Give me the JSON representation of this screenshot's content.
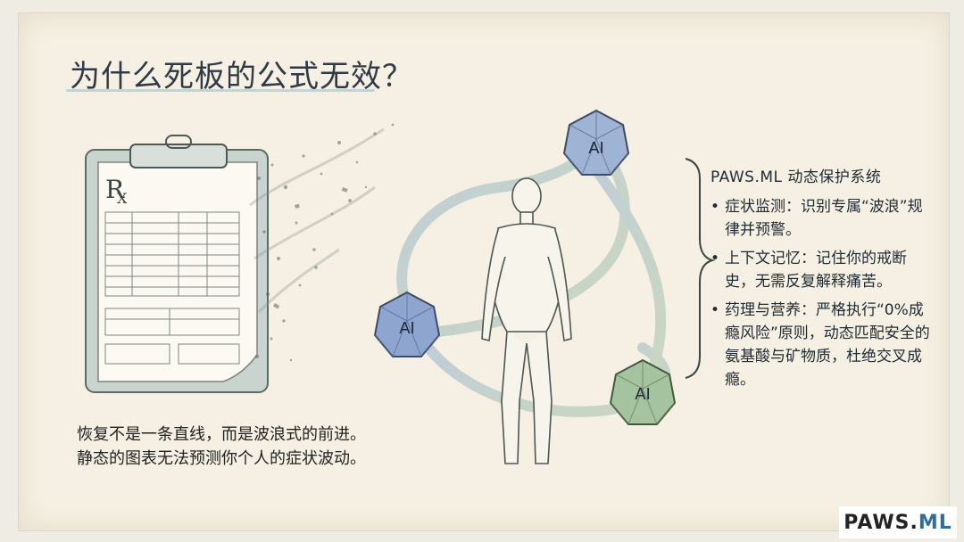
{
  "slide": {
    "title": "为什么死板的公式无效？",
    "caption_lines": [
      "恢复不是一条直线，而是波浪式的前进。",
      "静态的图表无法预测你个人的症状波动。"
    ]
  },
  "illustration": {
    "rx_symbol": "R",
    "rx_sub": "X",
    "ai_badges": [
      "AI",
      "AI",
      "AI"
    ]
  },
  "panel": {
    "heading": "PAWS.ML 动态保护系统",
    "items": [
      "症状监测：识别专属“波浪”规律并预警。",
      "上下文记忆：记住你的戒断史，无需反复解释痛苦。",
      "药理与营养：严格执行“0%成瘾风险”原则，动态匹配安全的氨基酸与矿物质，杜绝交叉成瘾。"
    ]
  },
  "brand": {
    "part1": "PAWS.",
    "part2": "ML"
  },
  "colors": {
    "title": "#2f3a45",
    "ai_blue": "#6d86b3",
    "ai_green": "#8fb08a",
    "brand_accent": "#2f6e9c",
    "paper": "#f5f0e3"
  }
}
